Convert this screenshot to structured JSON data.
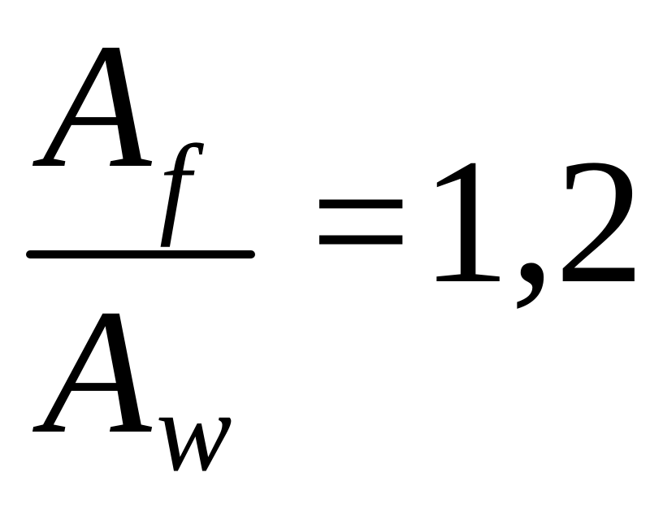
{
  "formula": {
    "numerator": {
      "variable": "A",
      "subscript": "f"
    },
    "denominator": {
      "variable": "A",
      "subscript": "w"
    },
    "operator": "=",
    "value": "1,2"
  }
}
